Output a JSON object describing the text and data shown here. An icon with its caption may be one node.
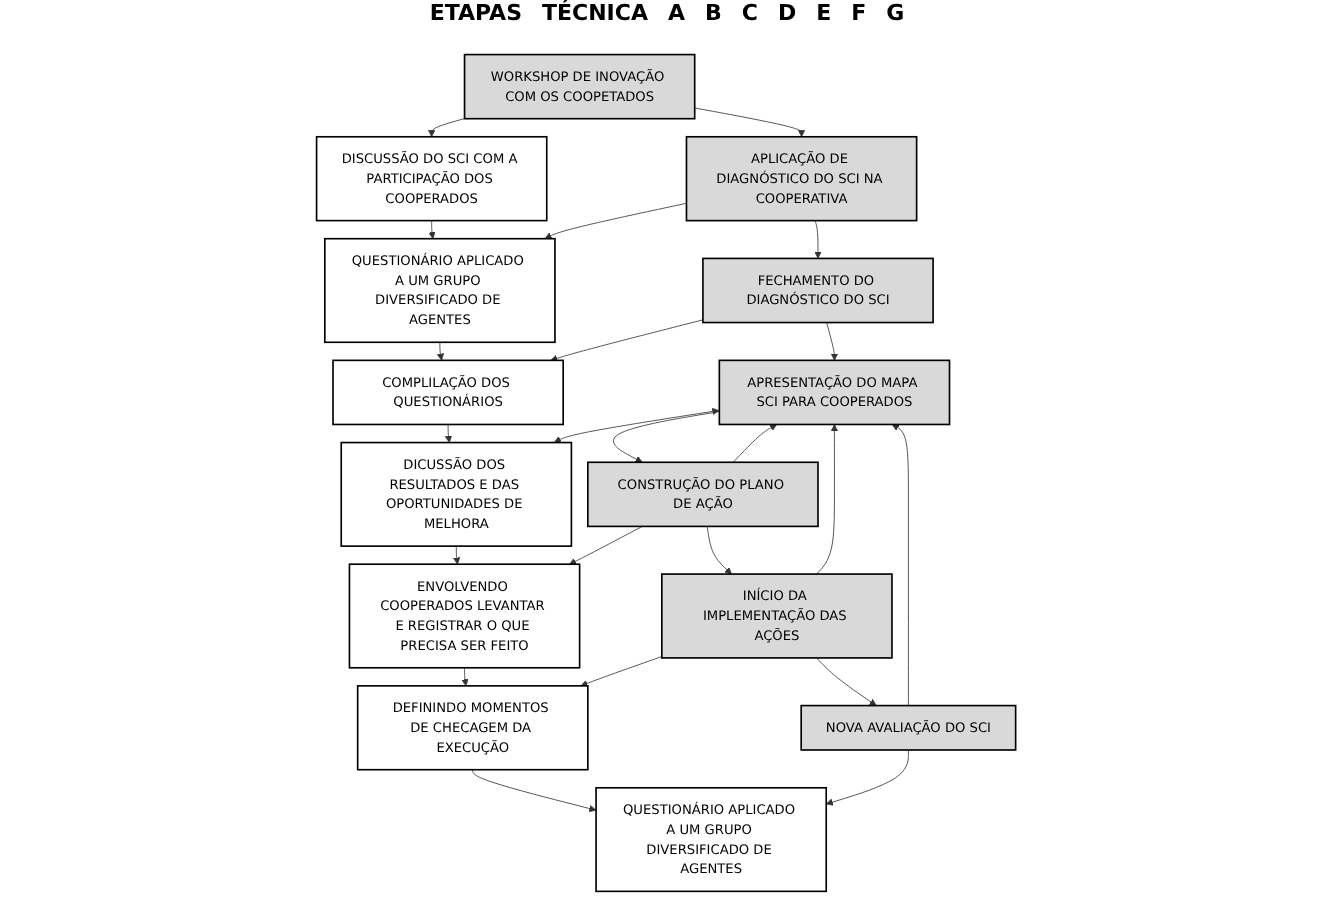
{
  "diagram": {
    "nodes": [
      {
        "text": [
          "WORKSHOP DE INOVAÇÃO COM OS COOPETADOS"
        ]
      },
      {
        "text": [
          "APLICAÇÃO DE DIAGNÓSTICO DO SCI NA COOPERATIVA"
        ]
      },
      {
        "text": [
          "FECHAMENTO DO DIAGNÓSTICO DO SCI"
        ]
      },
      {
        "text": [
          "APRESENTAÇÃO DO MAPA SCI PARA COOPERADOS"
        ]
      },
      {
        "text": [
          "CONSTRUÇÃO DO PLANO DE AÇÃO"
        ]
      },
      {
        "text": [
          "INÍCIO DA IMPLEMENTAÇÃO DAS AÇÕES"
        ]
      },
      {
        "text": [
          "NOVA AVALIAÇÃO DO SCI"
        ]
      },
      {
        "text": [
          "DISCUSSÃO DO SCI COM A PARTICIPAÇÃO DOS COOPERADOS"
        ]
      },
      {
        "text": [
          "QUESTIONÁRIO APLICADO A UM GRUPO DIVERSIFICADO DE AGENTES"
        ]
      },
      {
        "text": [
          "COMPLILAÇÃO DOS QUESTIONÁRIOS"
        ]
      },
      {
        "text": [
          "DICUSSÃO DOS RESULTADOS E DAS OPORTUNIDADES DE MELHORA"
        ]
      },
      {
        "text": [
          "ENVOLVENDO COOPERADOS LEVANTAR E REGISTRAR O QUE PRECISA SER FEITO"
        ]
      },
      {
        "text": [
          "DEFININDO MOMENTOS DE CHECAGEM DA EXECUÇÃO"
        ]
      },
      {
        "text": [
          "QUESTIONÁRIO APLICADO A UM GRUPO DIVERSIFICADO DE AGENTES"
        ]
      }
    ],
    "edges": [
      {
        "from": 0,
        "to": 1,
        "arrow": "to"
      },
      {
        "from": 1,
        "to": 2,
        "arrow": "to"
      },
      {
        "from": 2,
        "to": 3,
        "arrow": "to"
      },
      {
        "from": 3,
        "to": 4,
        "arrow": "to"
      },
      {
        "from": 4,
        "to": 5,
        "arrow": "to"
      },
      {
        "from": 5,
        "to": 6,
        "arrow": "to"
      },
      {
        "from": 7,
        "to": 8,
        "arrow": "to"
      },
      {
        "from": 8,
        "to": 9,
        "arrow": "to"
      },
      {
        "from": 9,
        "to": 10,
        "arrow": "to"
      },
      {
        "from": 10,
        "to": 11,
        "arrow": "to"
      },
      {
        "from": 11,
        "to": 12,
        "arrow": "to"
      },
      {
        "from": 12,
        "to": 13,
        "arrow": "to"
      },
      {
        "from": 0,
        "to": 7,
        "arrow": "to"
      },
      {
        "from": 1,
        "to": 8,
        "arrow": "to"
      },
      {
        "from": 2,
        "to": 9,
        "arrow": "to"
      },
      {
        "from": 3,
        "to": 10,
        "arrow": "both"
      },
      {
        "from": 4,
        "to": 11,
        "arrow": "to"
      },
      {
        "from": 5,
        "to": 12,
        "arrow": "to"
      },
      {
        "from": 6,
        "to": 13,
        "arrow": "to"
      },
      {
        "from": 4,
        "to": 3,
        "arrow": "to"
      },
      {
        "from": 5,
        "to": 3,
        "arrow": "to"
      },
      {
        "from": 6,
        "to": 3,
        "arrow": "to"
      }
    ],
    "labels": [
      "ETAPAS",
      "TÉCNICA",
      "A",
      "B",
      "C",
      "D",
      "E",
      "F",
      "G"
    ]
  }
}
